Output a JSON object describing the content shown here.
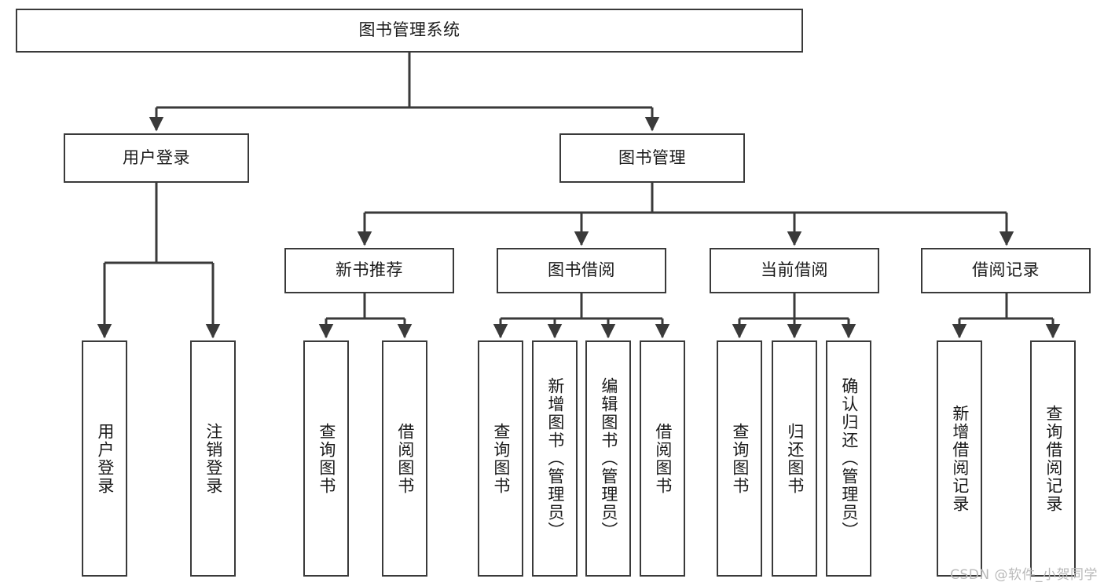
{
  "diagram": {
    "title": "图书管理系统",
    "watermark": "CSDN @软件_小贺同学",
    "colors": {
      "stroke": "#3a3a3a",
      "fill": "#ffffff",
      "text": "#1a1a1a",
      "watermark": "#b9b9b9"
    },
    "root": {
      "label": "图书管理系统"
    },
    "level2": [
      {
        "id": "user-login",
        "label": "用户登录"
      },
      {
        "id": "book-manage",
        "label": "图书管理"
      }
    ],
    "level3": [
      {
        "id": "new-book-recommend",
        "label": "新书推荐"
      },
      {
        "id": "book-borrow",
        "label": "图书借阅"
      },
      {
        "id": "current-borrow",
        "label": "当前借阅"
      },
      {
        "id": "borrow-record",
        "label": "借阅记录"
      }
    ],
    "leaves": {
      "user-login": [
        {
          "id": "leaf-user-login",
          "label": "用户登录"
        },
        {
          "id": "leaf-logout-login",
          "label": "注销登录"
        }
      ],
      "new-book-recommend": [
        {
          "id": "leaf-query-book-1",
          "label": "查询图书"
        },
        {
          "id": "leaf-borrow-book-1",
          "label": "借阅图书"
        }
      ],
      "book-borrow": [
        {
          "id": "leaf-query-book-2",
          "label": "查询图书"
        },
        {
          "id": "leaf-add-book",
          "label": "新增图书（管理员）"
        },
        {
          "id": "leaf-edit-book",
          "label": "编辑图书（管理员）"
        },
        {
          "id": "leaf-borrow-book-2",
          "label": "借阅图书"
        }
      ],
      "current-borrow": [
        {
          "id": "leaf-query-book-3",
          "label": "查询图书"
        },
        {
          "id": "leaf-return-book",
          "label": "归还图书"
        },
        {
          "id": "leaf-confirm-return",
          "label": "确认归还（管理员）"
        }
      ],
      "borrow-record": [
        {
          "id": "leaf-add-record",
          "label": "新增借阅记录"
        },
        {
          "id": "leaf-query-record",
          "label": "查询借阅记录"
        }
      ]
    }
  }
}
